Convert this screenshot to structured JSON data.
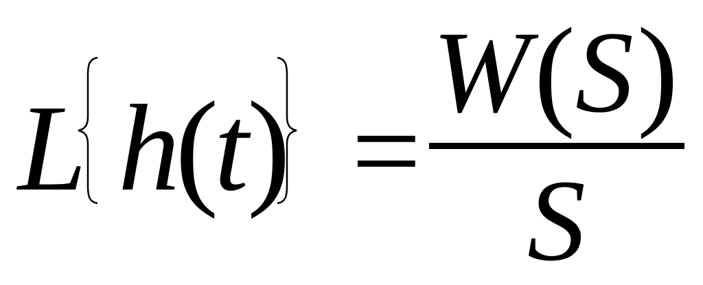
{
  "formula": {
    "lhs": {
      "operator": "L",
      "open_brace": "{",
      "function": "h",
      "open_paren": "(",
      "variable": "t",
      "close_paren": ")",
      "close_brace": "}"
    },
    "equals": "=",
    "rhs": {
      "numerator": {
        "function": "W",
        "open_paren": "(",
        "variable": "S",
        "close_paren": ")"
      },
      "denominator": "S"
    }
  }
}
